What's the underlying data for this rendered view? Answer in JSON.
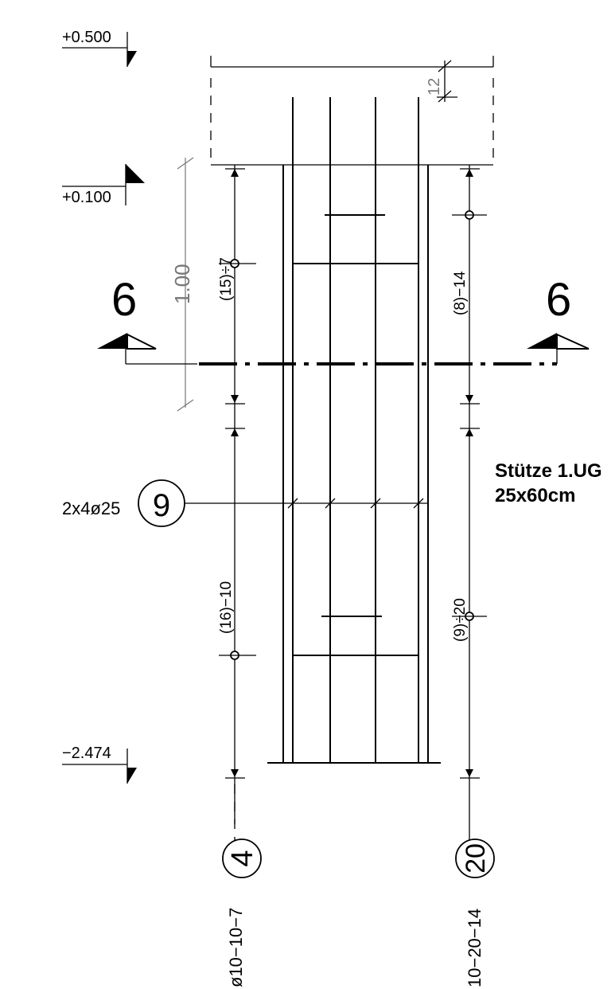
{
  "levels": {
    "top": "+0.500",
    "mid": "+0.100",
    "bottom": "−2.474"
  },
  "dimensions": {
    "offset": "12",
    "height": "1.00"
  },
  "section": {
    "left_label": "6",
    "right_label": "6"
  },
  "stirrups": {
    "left_upper": "(15)÷7",
    "right_upper": "(8)−14",
    "left_lower": "(16)−10",
    "right_lower": "(9)÷20"
  },
  "longitudinal": {
    "spec": "2x4ø25",
    "position": "9"
  },
  "column": {
    "name": "Stütze 1.UG",
    "size": "25x60cm"
  },
  "positions": {
    "left_number": "4",
    "left_spec": "ø10−10−7",
    "right_number": "20",
    "right_spec": "10−20−14"
  }
}
